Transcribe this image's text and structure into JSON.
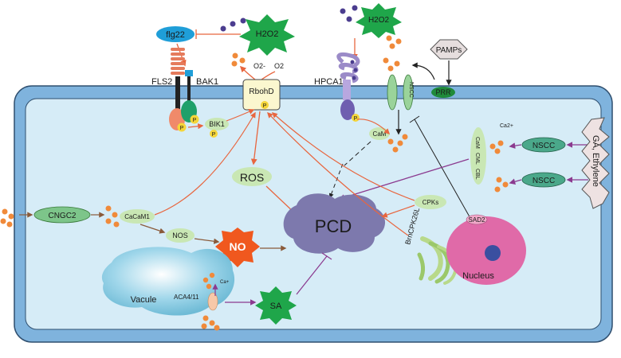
{
  "labels": {
    "flg22": "flg22",
    "h2o2_top": "H2O2",
    "h2o2_right": "H2O2",
    "pamps": "PAMPs",
    "o2_minus": "O2-",
    "o2": "O2",
    "fls2": "FLS2",
    "bak1": "BAK1",
    "rbohd": "RbohD",
    "hpca1": "HPCA1",
    "nscc_top": "NSCC",
    "prr": "PRR",
    "bik1": "BIK1",
    "p": "P",
    "ca2_top": "Ca2+",
    "cam": "CaM",
    "cam_cml_cbl": [
      "CaM",
      "CML",
      "CBL"
    ],
    "nscc_right_top": "NSCC",
    "nscc_right_bottom": "NSCC",
    "ga_ethylene": "GA, Ethylene",
    "cngc2": "CNGC2",
    "cacam1": "CaCaM1",
    "nos": "NOS",
    "ros": "ROS",
    "no": "NO",
    "pcd": "PCD",
    "cpks": "CPKs",
    "brncpk": "BrnCPK26L",
    "sad2": "SAD2",
    "nucleus": "Nucleus",
    "vacule": "Vacule",
    "aca": "ACA4/11",
    "ca_vac": "Ca+",
    "sa": "SA"
  },
  "colors": {
    "cell_wall": "#7fb3dd",
    "cytoplasm": "#d6ecf7",
    "orange_dot": "#f08a3a",
    "purple_dot": "#4b3d8f",
    "green_star": "#1fa64a",
    "pcd_blob": "#7d79ad",
    "no_star": "#f0581e",
    "nucleus": "#e06aa8",
    "arrow_red": "#e8663f",
    "arrow_purple": "#8b3a8f"
  }
}
